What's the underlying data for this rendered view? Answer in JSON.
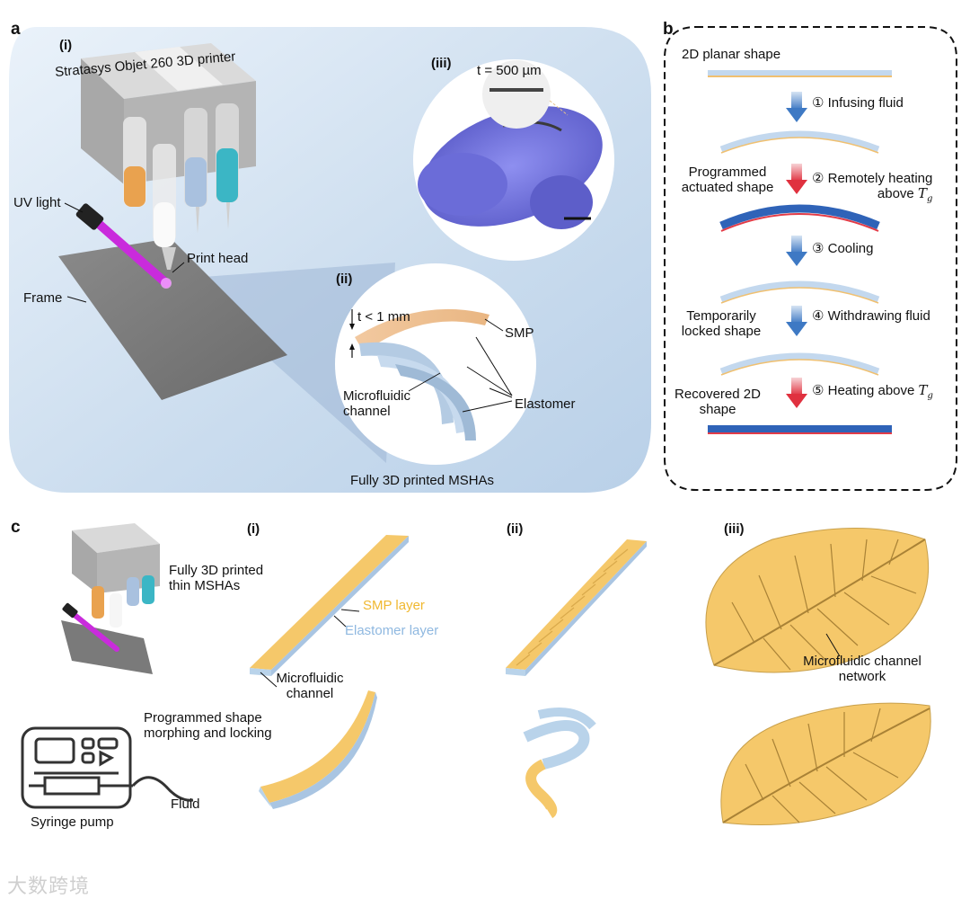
{
  "panel_a": {
    "letter": "a",
    "sub_i": "(i)",
    "printer_label": "Stratasys Objet 260 3D printer",
    "uv_light": "UV light",
    "print_head": "Print head",
    "frame": "Frame",
    "sub_ii": "(ii)",
    "thickness_ii": "t < 1 mm",
    "smp": "SMP",
    "microfluidic_channel_l1": "Microfluidic",
    "microfluidic_channel_l2": "channel",
    "elastomer": "Elastomer",
    "caption_ii": "Fully 3D printed MSHAs",
    "sub_iii": "(iii)",
    "thickness_iii": "t = 500 µm"
  },
  "panel_b": {
    "letter": "b",
    "planar": "2D planar shape",
    "step1": "① Infusing fluid",
    "programmed_l1": "Programmed",
    "programmed_l2": "actuated shape",
    "step2_l1": "② Remotely heating",
    "step2_l2": "above",
    "step3": "③ Cooling",
    "temp_l1": "Temporarily",
    "temp_l2": "locked shape",
    "step4": "④ Withdrawing fluid",
    "recovered_l1": "Recovered 2D",
    "recovered_l2": "shape",
    "step5": "⑤ Heating above",
    "tg": "T",
    "tg_sub": "g"
  },
  "panel_c": {
    "letter": "c",
    "printed_l1": "Fully 3D printed",
    "printed_l2": "thin MSHAs",
    "sub_i": "(i)",
    "sub_ii": "(ii)",
    "sub_iii": "(iii)",
    "smp_layer": "SMP layer",
    "elastomer_layer": "Elastomer layer",
    "microfluidic_l1": "Microfluidic",
    "microfluidic_l2": "channel",
    "network_l1": "Microfluidic channel",
    "network_l2": "network",
    "programmed_l1": "Programmed shape",
    "programmed_l2": "morphing and locking",
    "syringe_pump": "Syringe pump",
    "fluid": "Fluid"
  },
  "colors": {
    "smp": "#f5c86a",
    "elastomer": "#b9d3ea",
    "hot_blue": "#2f63b8",
    "hot_red": "#e23b47",
    "panel_bg": "#cfe0f0",
    "uv": "#c92bdc"
  },
  "watermark": "大数跨境"
}
